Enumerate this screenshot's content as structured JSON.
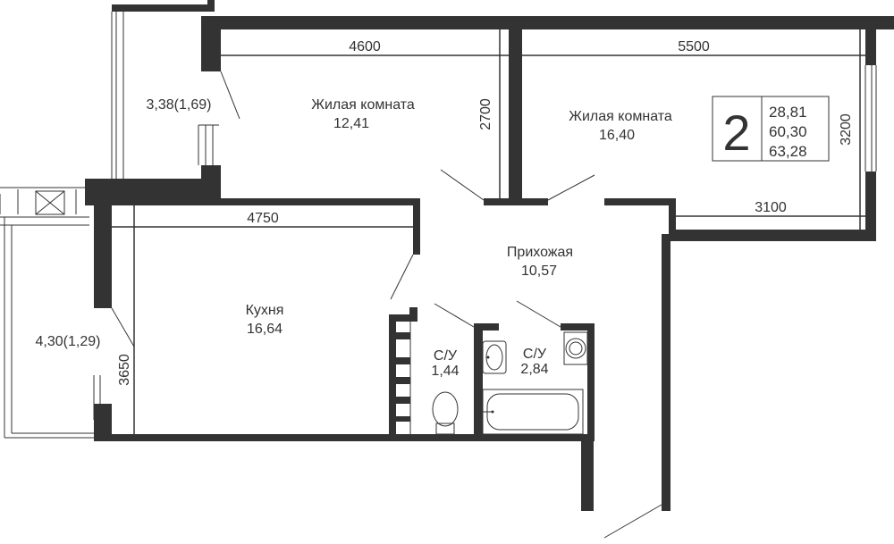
{
  "plan": {
    "rooms": {
      "living_1": {
        "name": "Жилая комната",
        "area": "12,41"
      },
      "living_2": {
        "name": "Жилая комната",
        "area": "16,40"
      },
      "kitchen": {
        "name": "Кухня",
        "area": "16,64"
      },
      "hall": {
        "name": "Прихожая",
        "area": "10,57"
      },
      "bath_1": {
        "name": "С/У",
        "area": "1,44"
      },
      "bath_2": {
        "name": "С/У",
        "area": "2,84"
      },
      "balcony_1": {
        "area": "3,38(1,69)"
      },
      "balcony_2": {
        "area": "4,30(1,29)"
      }
    },
    "dimensions": {
      "living_1_width": "4600",
      "living_1_depth": "2700",
      "living_2_width": "5500",
      "living_2_depth": "3200",
      "living_2_bottom": "3100",
      "kitchen_width": "4750",
      "kitchen_depth": "3650"
    },
    "info": {
      "rooms_count": "2",
      "living_area": "28,81",
      "total_area": "60,30",
      "total_area_with_balcony": "63,28"
    },
    "colors": {
      "walls": "#333333",
      "background": "#ffffff"
    }
  }
}
